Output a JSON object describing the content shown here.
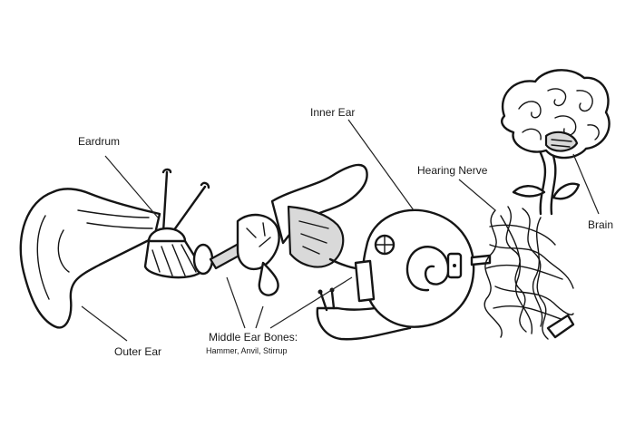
{
  "labels": {
    "eardrum": "Eardrum",
    "inner_ear": "Inner Ear",
    "hearing_nerve": "Hearing Nerve",
    "brain": "Brain",
    "outer_ear": "Outer Ear",
    "middle_ear_bones": "Middle Ear Bones:",
    "middle_ear_bones_sub": "Hammer, Anvil, Stirrup"
  },
  "colors": {
    "ink": "#151515",
    "shade": "#d9d9d9",
    "background": "#ffffff"
  }
}
